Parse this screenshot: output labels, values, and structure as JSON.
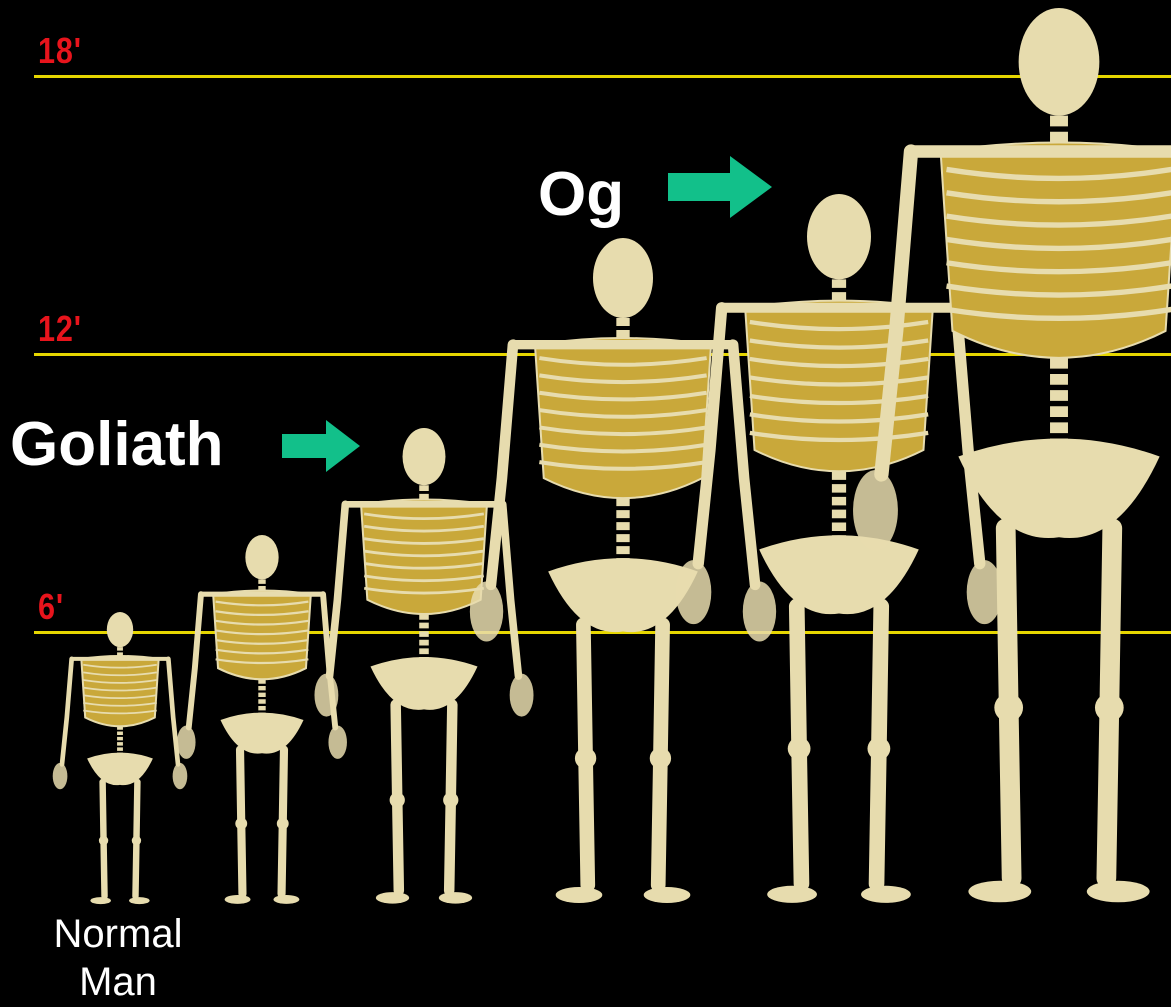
{
  "scale": {
    "marks": [
      {
        "label": "18'"
      },
      {
        "label": "12'"
      },
      {
        "label": "6'"
      }
    ],
    "line_color": "#e6d600",
    "label_color": "#e8141c"
  },
  "callouts": {
    "goliath": "Goliath",
    "og": "Og",
    "arrow_color": "#12c08a"
  },
  "caption": {
    "normal_man_line1": "Normal",
    "normal_man_line2": "Man"
  },
  "figures": [
    {
      "name": "normal-man",
      "height_ft": 6
    },
    {
      "name": "skeleton-2",
      "height_ft": 8
    },
    {
      "name": "goliath",
      "height_ft": 10
    },
    {
      "name": "skeleton-4",
      "height_ft": 14
    },
    {
      "name": "og",
      "height_ft": 15
    },
    {
      "name": "skeleton-6",
      "height_ft": 19
    }
  ],
  "colors": {
    "bone": "#e7dcae",
    "ribs": "#c9a83a",
    "background": "#000000"
  }
}
